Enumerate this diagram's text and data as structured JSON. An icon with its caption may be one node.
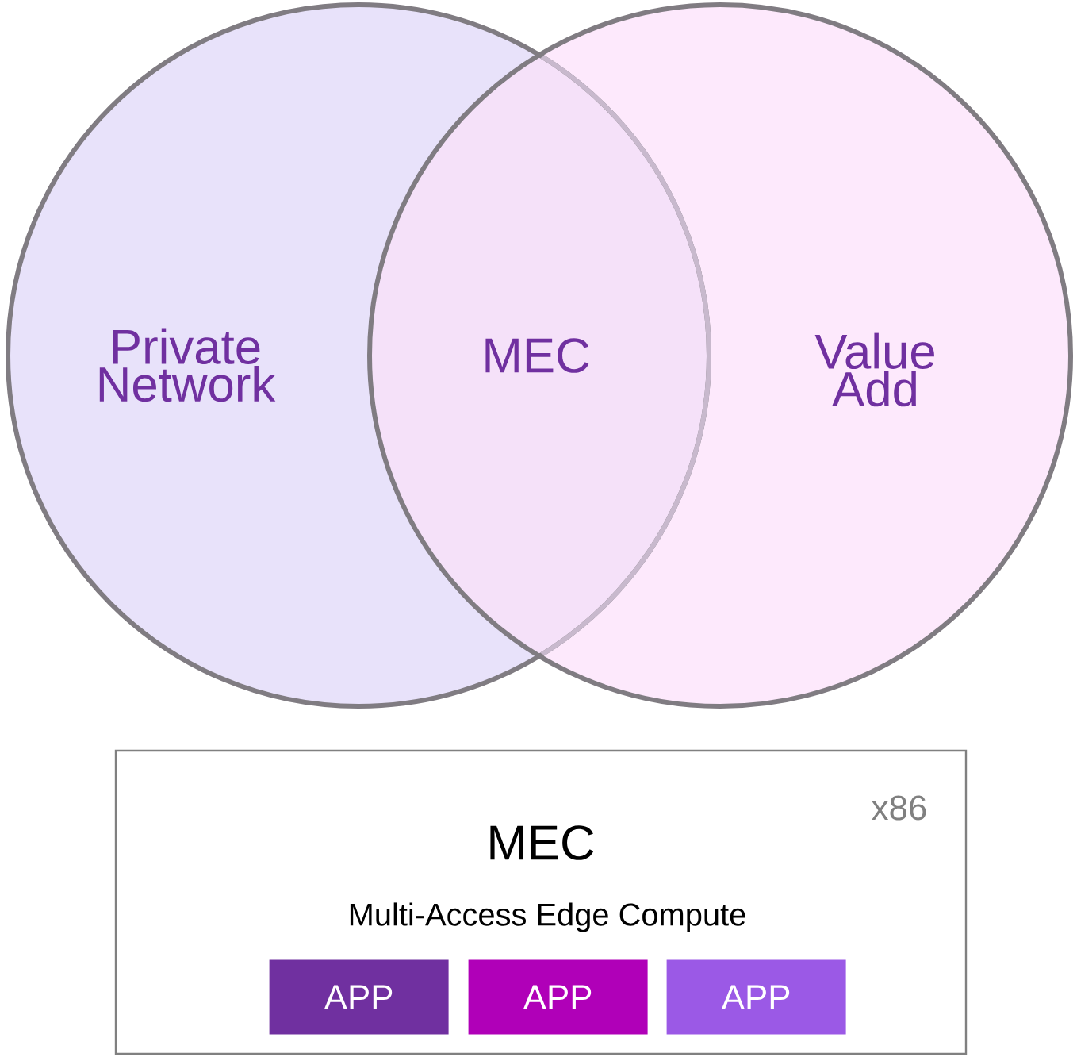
{
  "diagram": {
    "nodes": [
      {
        "text": [
          "Private Network"
        ]
      },
      {
        "text": [
          "Value Add"
        ]
      },
      {
        "text": [
          "MEC",
          "Multi-Access Edge Compute",
          "x86"
        ]
      },
      {
        "text": [
          "APP"
        ],
        "in": 2
      },
      {
        "text": [
          "APP"
        ],
        "in": 2
      },
      {
        "text": [
          "APP"
        ],
        "in": 2
      }
    ],
    "labels": [
      "MEC"
    ]
  }
}
